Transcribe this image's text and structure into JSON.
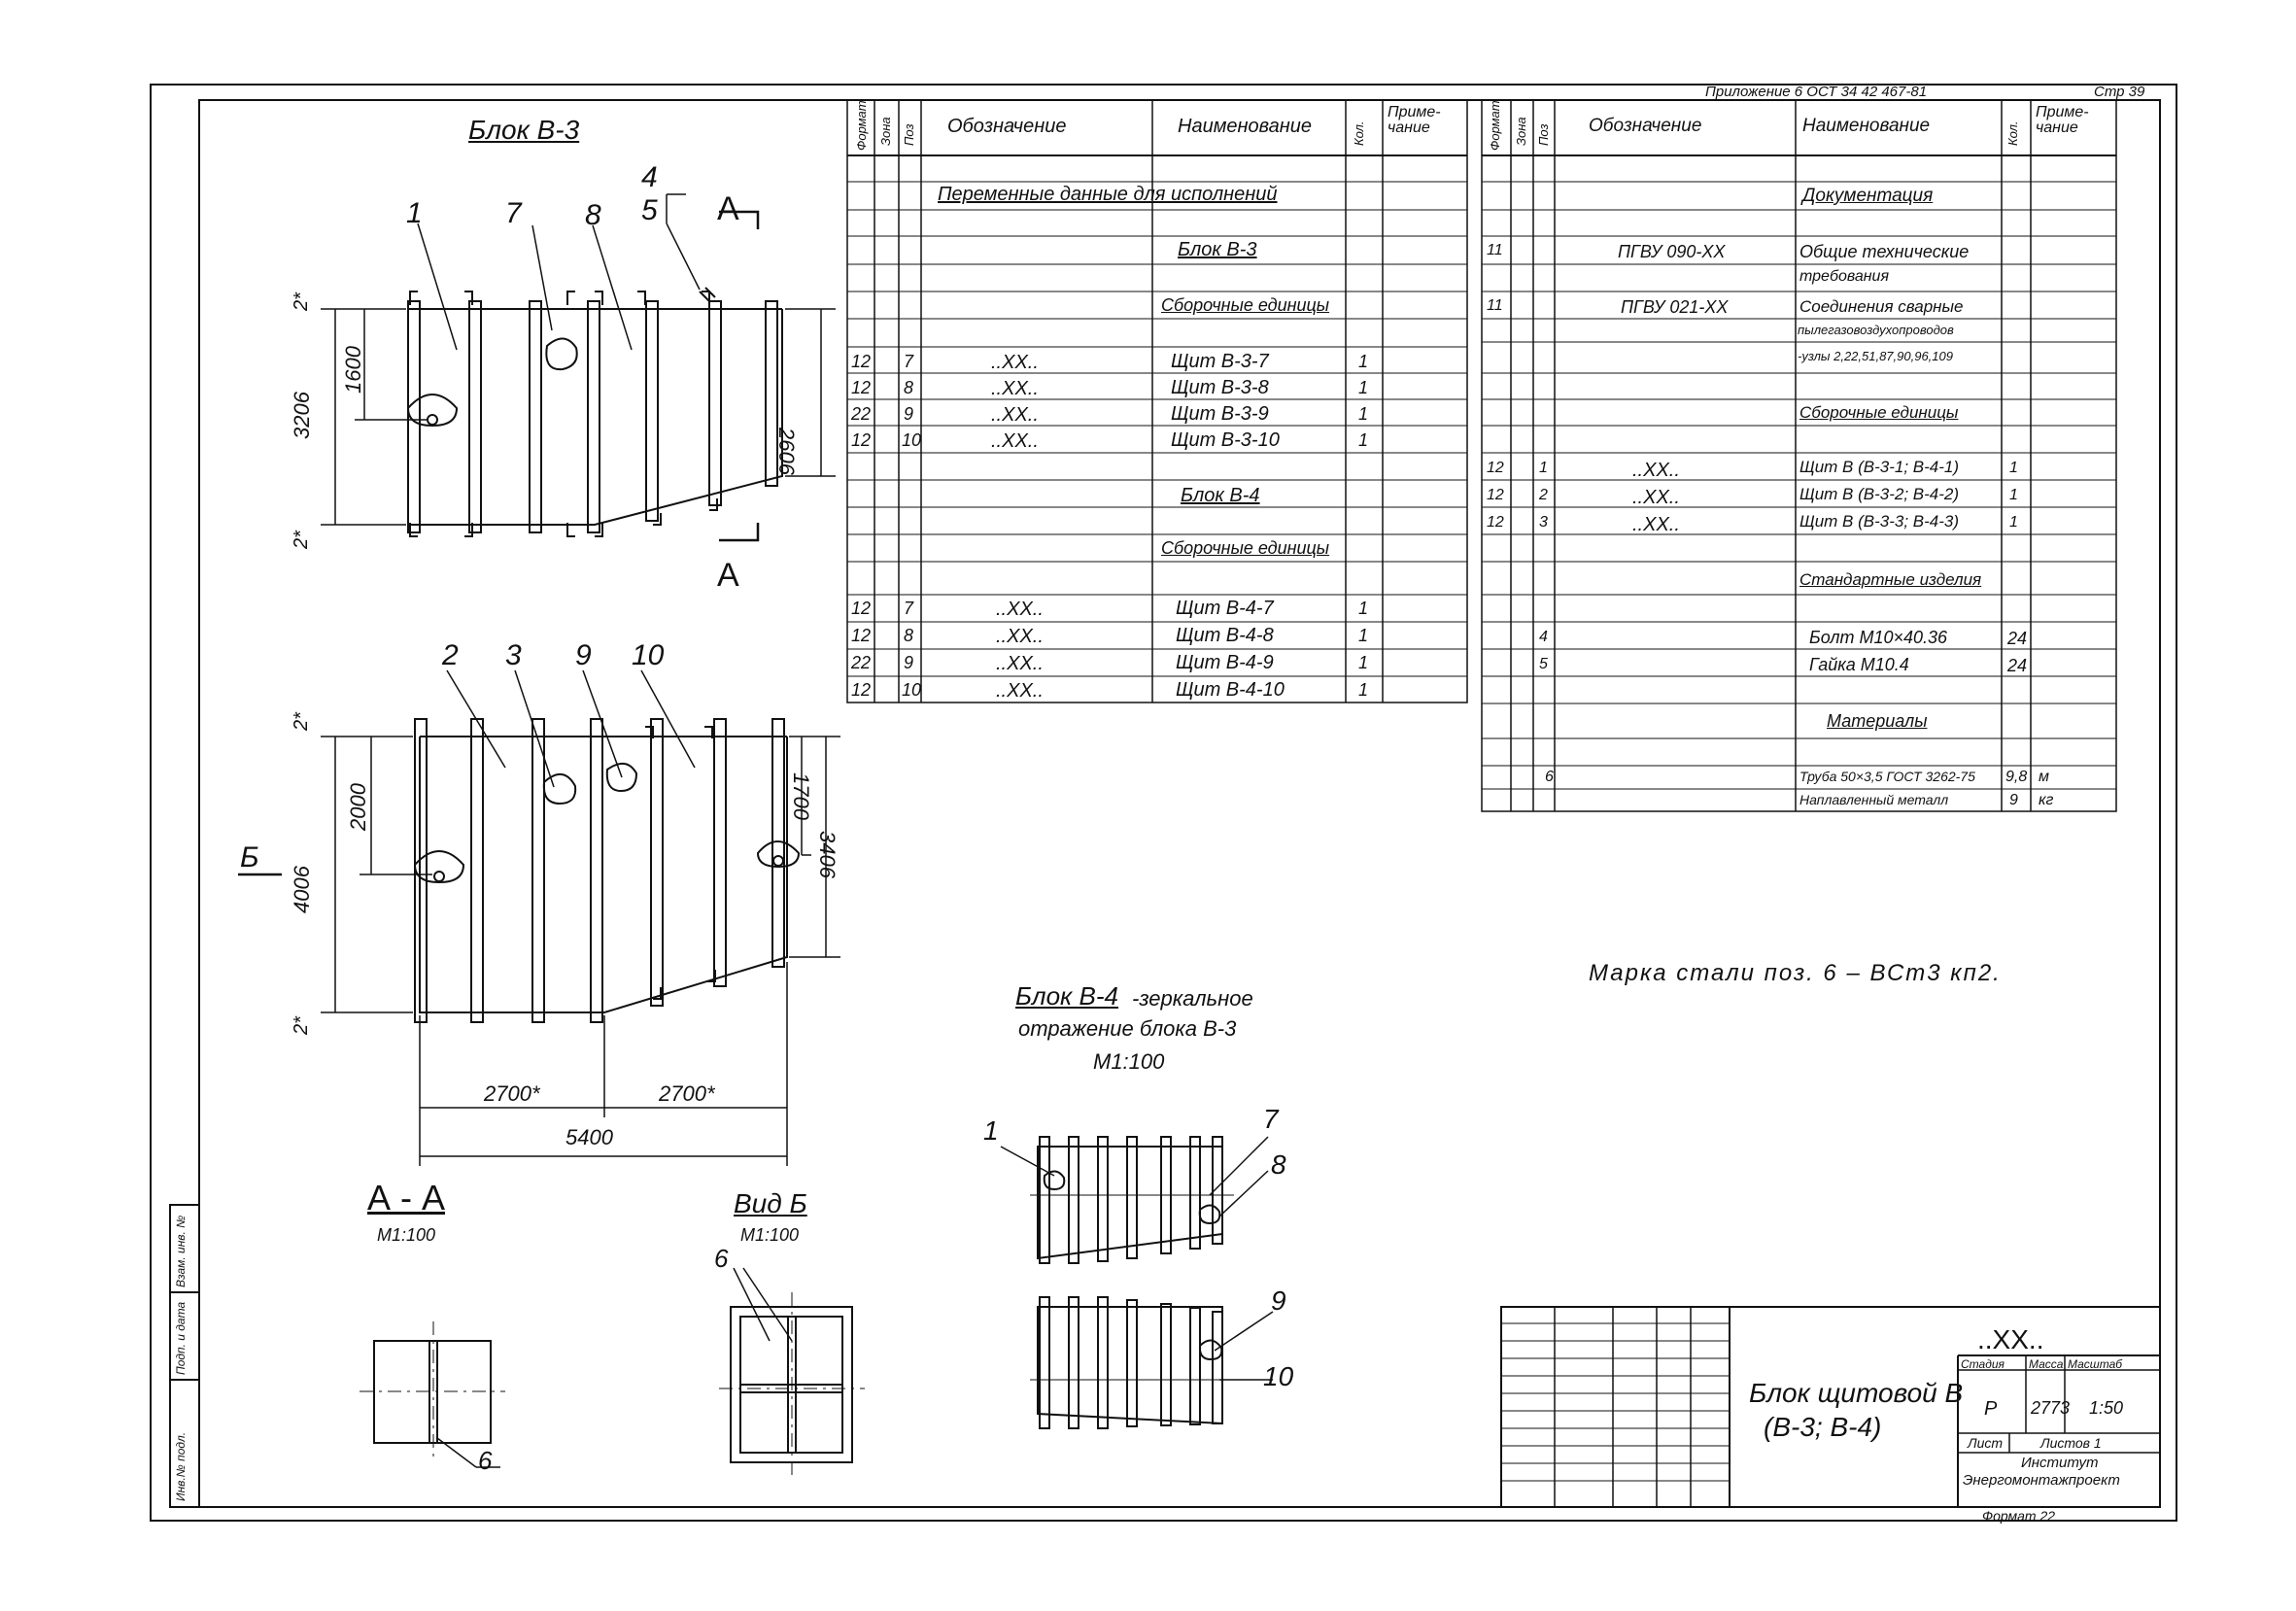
{
  "header": {
    "ref": "Приложение 6  ОСТ 34 42 467-81",
    "page": "Стр 39"
  },
  "drawings": {
    "b3_title": "Блок В-3",
    "b3_leaders": [
      "1",
      "7",
      "8",
      "4",
      "5"
    ],
    "section_mark": "А",
    "b3_dims": {
      "height": "3206",
      "inner": "1600",
      "right": "2606",
      "gap": "2*"
    },
    "b4_leaders": [
      "2",
      "3",
      "9",
      "10"
    ],
    "b4_dims": {
      "height": "4006",
      "inner": "2000",
      "right_inner": "1700",
      "right": "3406",
      "half": "2700*",
      "total": "5400",
      "gap": "2*"
    },
    "view_mark": "Б",
    "aa_title": "А - А",
    "aa_scale": "М1:100",
    "aa_leader": "6",
    "vid_title": "Вид Б",
    "vid_scale": "М1:100",
    "vid_leader": "6",
    "mirror_title": "Блок В-4",
    "mirror_l1": "-зеркальное",
    "mirror_l2": "отражение блока В-3",
    "mirror_l3": "М1:100",
    "mirror_leaders": [
      "1",
      "7",
      "8",
      "9",
      "10"
    ]
  },
  "left_table": {
    "headers": [
      "Формат",
      "Зона",
      "Поз",
      "Обозначение",
      "Наименование",
      "Кол.",
      "Приме-чание"
    ],
    "rows": [
      [
        "",
        "",
        "",
        "",
        "",
        "",
        ""
      ],
      [
        "",
        "",
        "",
        "Переменные данные для исполнений",
        "",
        "",
        ""
      ],
      [
        "",
        "",
        "",
        "",
        "",
        "",
        ""
      ],
      [
        "",
        "",
        "",
        "",
        "Блок  В-3",
        "",
        ""
      ],
      [
        "",
        "",
        "",
        "",
        "",
        "",
        ""
      ],
      [
        "",
        "",
        "",
        "",
        "Сборочные единицы",
        "",
        ""
      ],
      [
        "",
        "",
        "",
        "",
        "",
        "",
        ""
      ],
      [
        "12",
        "7",
        "",
        "..ХХ..",
        "Щит  В-3-7",
        "1",
        ""
      ],
      [
        "12",
        "8",
        "",
        "..ХХ..",
        "Щит  В-3-8",
        "1",
        ""
      ],
      [
        "22",
        "9",
        "",
        "..ХХ..",
        "Щит  В-3-9",
        "1",
        ""
      ],
      [
        "12",
        "10",
        "",
        "..ХХ..",
        "Щит  В-3-10",
        "1",
        ""
      ],
      [
        "",
        "",
        "",
        "",
        "",
        "",
        ""
      ],
      [
        "",
        "",
        "",
        "",
        "Блок  В-4",
        "",
        ""
      ],
      [
        "",
        "",
        "",
        "",
        "",
        "",
        ""
      ],
      [
        "",
        "",
        "",
        "",
        "Сборочные единицы",
        "",
        ""
      ],
      [
        "",
        "",
        "",
        "",
        "",
        "",
        ""
      ],
      [
        "12",
        "7",
        "",
        "..ХХ..",
        "Щит  В-4-7",
        "1",
        ""
      ],
      [
        "12",
        "8",
        "",
        "..ХХ..",
        "Щит  В-4-8",
        "1",
        ""
      ],
      [
        "22",
        "9",
        "",
        "..ХХ..",
        "Щит  В-4-9",
        "1",
        ""
      ],
      [
        "12",
        "10",
        "",
        "..ХХ..",
        "Щит  В-4-10",
        "1",
        ""
      ]
    ]
  },
  "right_table": {
    "headers": [
      "Формат",
      "Зона",
      "Поз",
      "Обозначение",
      "Наименование",
      "Кол.",
      "Приме-чание"
    ],
    "rows": [
      [
        "",
        "",
        "",
        "",
        "",
        "",
        ""
      ],
      [
        "",
        "",
        "",
        "",
        "Документация",
        "",
        ""
      ],
      [
        "",
        "",
        "",
        "",
        "",
        "",
        ""
      ],
      [
        "11",
        "",
        "",
        "ПГВУ 090-ХХ",
        "Общие технические",
        "",
        ""
      ],
      [
        "",
        "",
        "",
        "",
        "требования",
        "",
        ""
      ],
      [
        "11",
        "",
        "",
        "ПГВУ 021-ХХ",
        "Соединения сварные",
        "",
        ""
      ],
      [
        "",
        "",
        "",
        "",
        "пылегазовоздухопроводов",
        "",
        ""
      ],
      [
        "",
        "",
        "",
        "",
        "-узлы 2,22,51,87,90,96,109",
        "",
        ""
      ],
      [
        "",
        "",
        "",
        "",
        "Сборочные единицы",
        "",
        ""
      ],
      [
        "",
        "",
        "",
        "",
        "",
        "",
        ""
      ],
      [
        "12",
        "",
        "1",
        "..ХХ..",
        "Щит В (В-3-1; В-4-1)",
        "1",
        ""
      ],
      [
        "12",
        "",
        "2",
        "..ХХ..",
        "Щит В (В-3-2; В-4-2)",
        "1",
        ""
      ],
      [
        "12",
        "",
        "3",
        "..ХХ..",
        "Щит В (В-3-3; В-4-3)",
        "1",
        ""
      ],
      [
        "",
        "",
        "",
        "",
        "",
        "",
        ""
      ],
      [
        "",
        "",
        "",
        "",
        "Стандартные изделия",
        "",
        ""
      ],
      [
        "",
        "",
        "",
        "",
        "",
        "",
        ""
      ],
      [
        "",
        "",
        "",
        "",
        "",
        "",
        ""
      ],
      [
        "",
        "",
        "4",
        "",
        "Болт  М10×40.36",
        "24",
        ""
      ],
      [
        "",
        "",
        "5",
        "",
        "Гайка  М10.4",
        "24",
        ""
      ],
      [
        "",
        "",
        "",
        "",
        "",
        "",
        ""
      ],
      [
        "",
        "",
        "",
        "",
        "Материалы",
        "",
        ""
      ],
      [
        "",
        "",
        "",
        "",
        "",
        "",
        ""
      ],
      [
        "",
        "",
        "6",
        "",
        "Труба 50×3,5 ГОСТ 3262-75",
        "9,8",
        "м"
      ],
      [
        "",
        "",
        "",
        "",
        "Наплавленный металл",
        "9",
        "кг"
      ]
    ]
  },
  "note": "Марка стали  поз. 6 – ВСт3 кп2.",
  "title_block": {
    "code": "..ХХ..",
    "name_l1": "Блок щитовой В",
    "name_l2": "(В-3;  В-4)",
    "col_stage": "Стадия",
    "col_mass": "Масса",
    "col_scale": "Масштаб",
    "stage": "Р",
    "mass": "2773",
    "scale": "1:50",
    "sheet": "Лист",
    "sheets": "Листов 1",
    "org_l1": "Институт",
    "org_l2": "Энергомонтажпроект",
    "format": "Формат 22"
  },
  "side_stamp": [
    "Инв.№ подл.",
    "Подп. и дата",
    "Взам. инв. №"
  ]
}
